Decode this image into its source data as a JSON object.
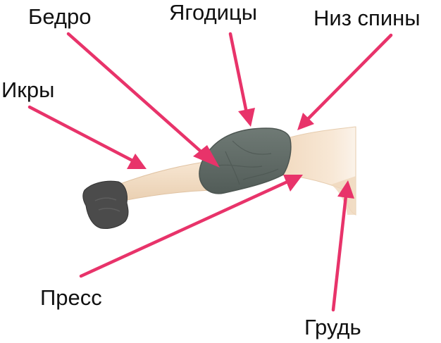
{
  "labels": {
    "thigh": "Бедро",
    "glutes": "Ягодицы",
    "lower_back": "Низ спины",
    "calves": "Икры",
    "abs": "Пресс",
    "chest": "Грудь"
  },
  "colors": {
    "arrow": "#e8336a",
    "shorts": "#5e6964",
    "skin": "#f3dcc2",
    "shoe": "#4a4a4a"
  }
}
